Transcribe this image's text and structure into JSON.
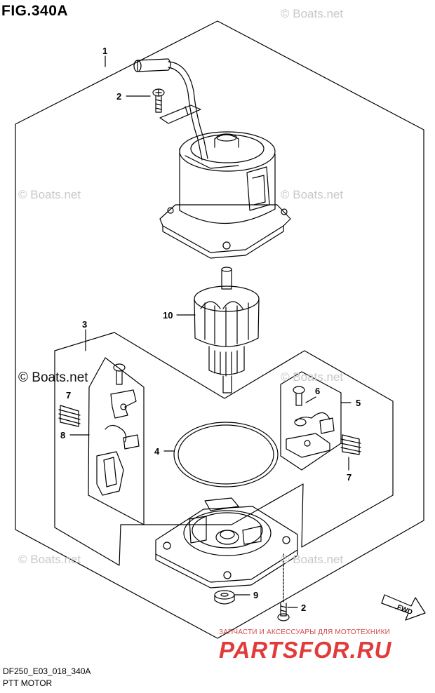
{
  "figure": {
    "title": "FIG.340A",
    "ref_code": "DF250_E03_018_340A",
    "caption": "PTT MOTOR"
  },
  "watermark": {
    "text": "Boats.net",
    "symbol": "©"
  },
  "callouts": {
    "c1": "1",
    "c2a": "2",
    "c2b": "2",
    "c3": "3",
    "c4": "4",
    "c5": "5",
    "c6": "6",
    "c7a": "7",
    "c7b": "7",
    "c8": "8",
    "c9": "9",
    "c10": "10"
  },
  "fwd_label": "FWD",
  "ad": {
    "line": "ЗАПЧАСТИ И АКСЕССУАРЫ ДЛЯ МОТОТЕХНИКИ",
    "logo": "PARTSFOR.RU"
  },
  "colors": {
    "line": "#000000",
    "watermark": "#c8c8c8",
    "ad_red": "#e23b3b"
  }
}
